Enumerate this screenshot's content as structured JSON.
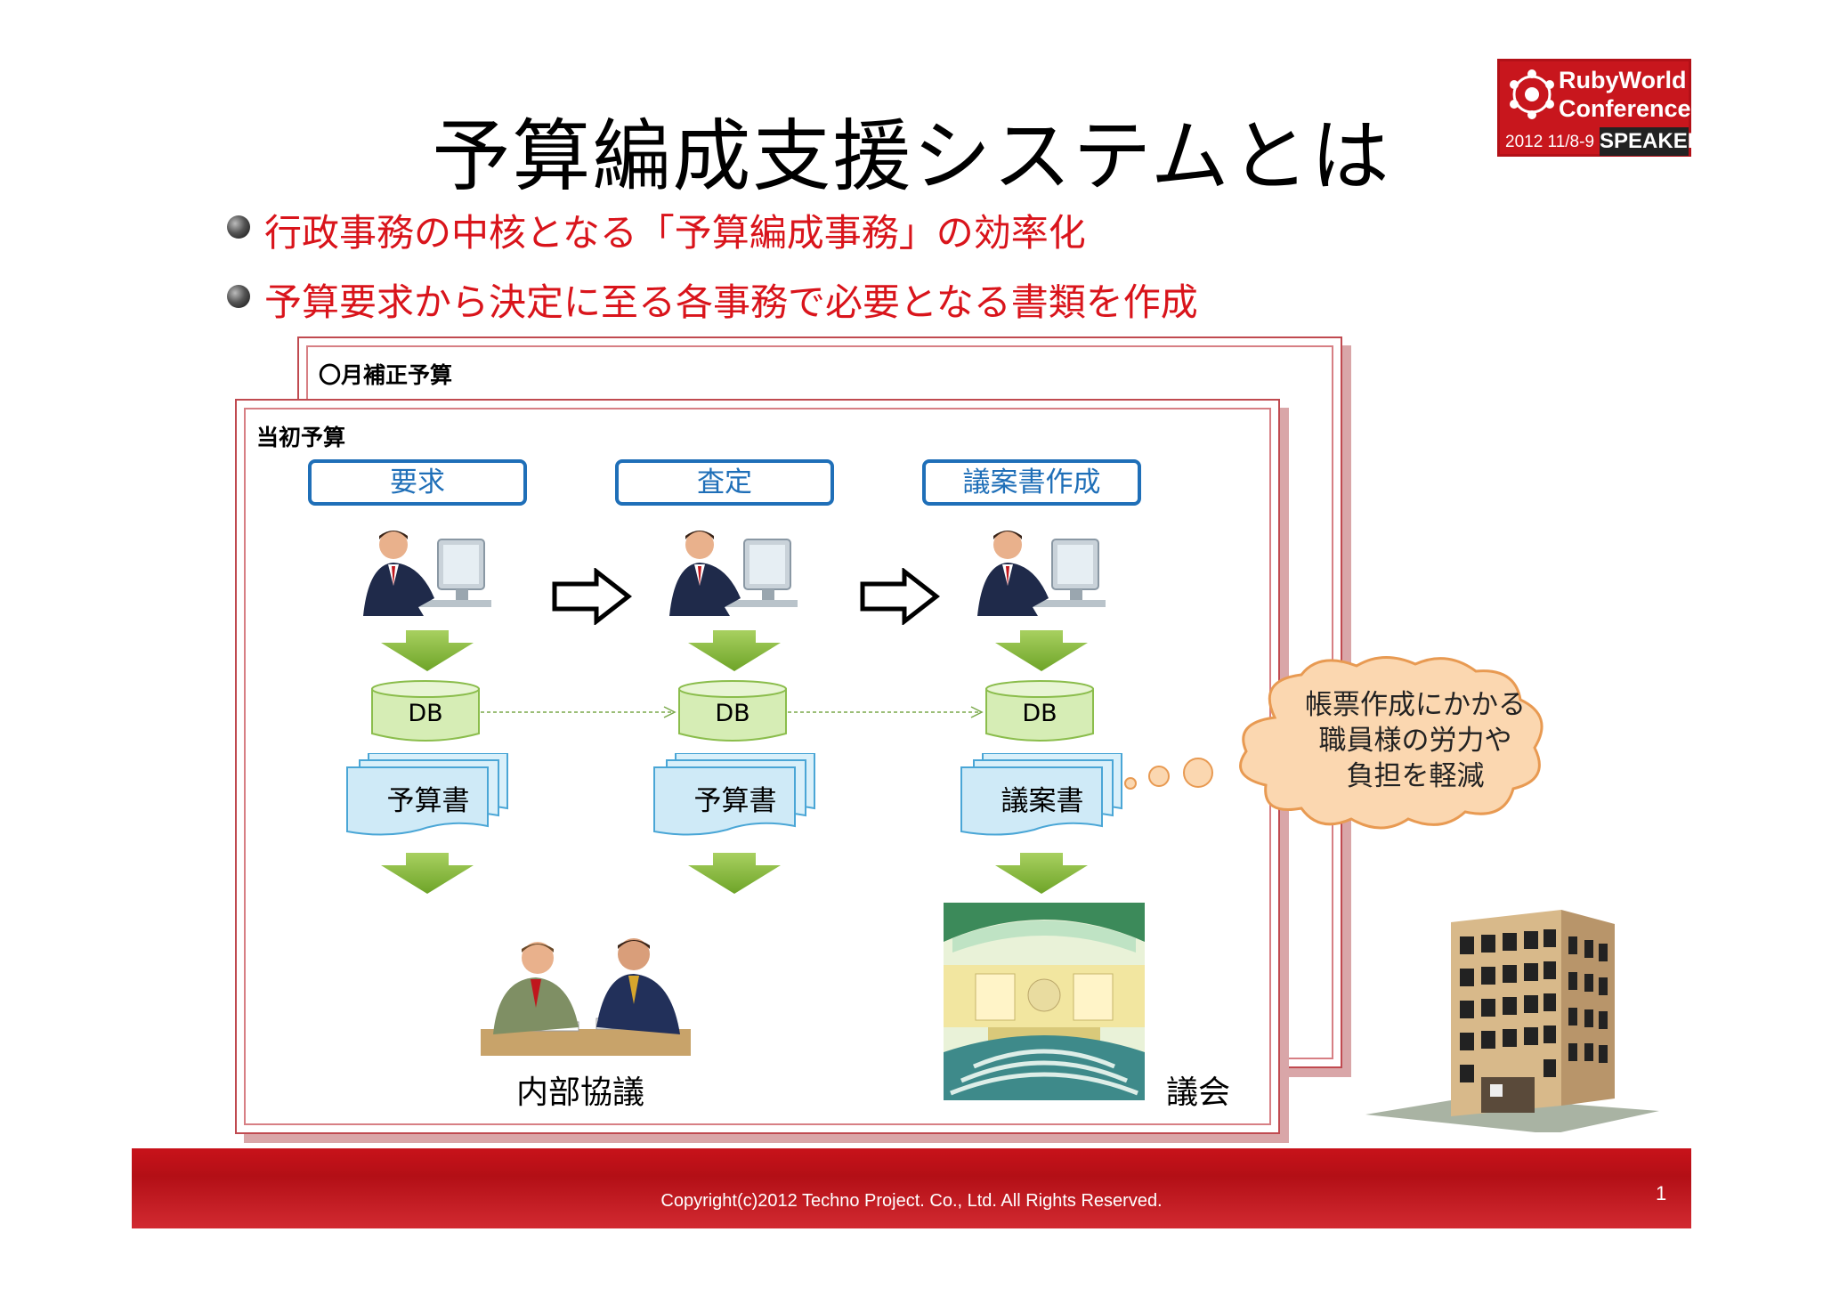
{
  "title": "予算編成支援システムとは",
  "logo": {
    "line1": "RubyWorld",
    "line2": "Conference",
    "date": "2012 11/8-9",
    "badge": "SPEAKER"
  },
  "bullets": [
    "行政事務の中核となる「予算編成事務」の効率化",
    "予算要求から決定に至る各事務で必要となる書類を作成"
  ],
  "frames": {
    "back_label": "〇月補正予算",
    "front_label": "当初予算"
  },
  "steps": [
    "要求",
    "査定",
    "議案書作成"
  ],
  "db_label": "DB",
  "documents": [
    "予算書",
    "予算書",
    "議案書"
  ],
  "outcomes": {
    "meeting": "内部協議",
    "council": "議会"
  },
  "cloud": {
    "line1": "帳票作成にかかる",
    "line2": "職員様の労力や",
    "line3": "負担を軽減"
  },
  "footer": {
    "copyright": "Copyright(c)2012 Techno Project. Co., Ltd. All Rights Reserved.",
    "page": "1"
  },
  "colors": {
    "accent_red": "#d9141b",
    "step_blue": "#1f6fb8",
    "arrow_green": "#7ab030",
    "db_green": "#d6edb5",
    "doc_blue": "#cfeaf7",
    "cloud_orange": "#fbd7b0"
  }
}
